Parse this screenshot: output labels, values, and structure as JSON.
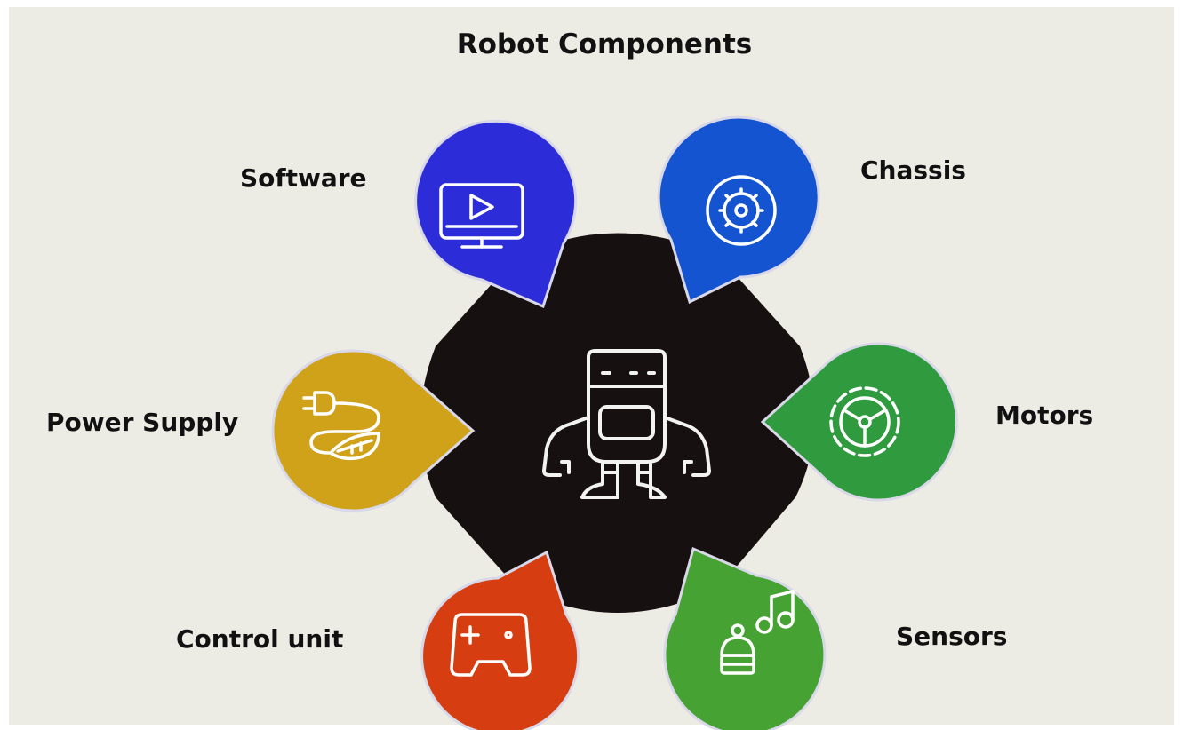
{
  "title": "Robot Components",
  "center": {
    "icon": "robot-icon",
    "color": "#171010"
  },
  "components": [
    {
      "key": "software",
      "label": "Software",
      "icon": "monitor-play-icon",
      "color": "#2c2dd8"
    },
    {
      "key": "chassis",
      "label": "Chassis",
      "icon": "gear-circle-icon",
      "color": "#1454d0"
    },
    {
      "key": "motors",
      "label": "Motors",
      "icon": "steering-gear-icon",
      "color": "#2f9a3e"
    },
    {
      "key": "sensors",
      "label": "Sensors",
      "icon": "music-robot-icon",
      "color": "#46a232"
    },
    {
      "key": "control-unit",
      "label": "Control unit",
      "icon": "gamepad-icon",
      "color": "#d63e12"
    },
    {
      "key": "power-supply",
      "label": "Power Supply",
      "icon": "plug-leaf-icon",
      "color": "#cfa21a"
    }
  ]
}
